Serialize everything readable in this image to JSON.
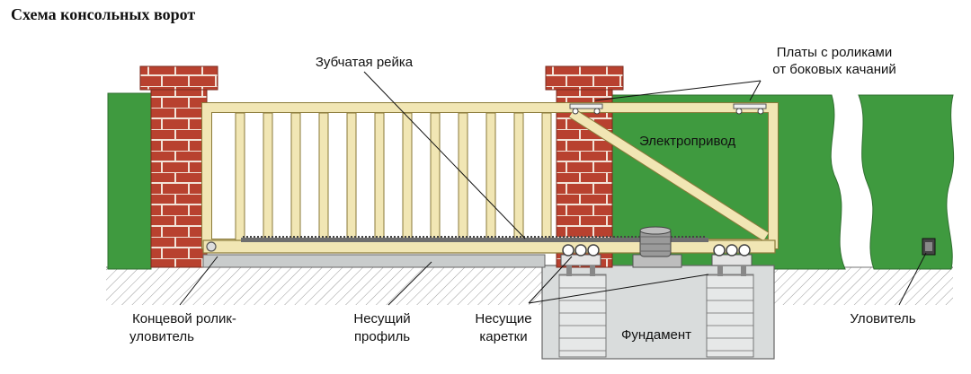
{
  "title": "Схема консольных ворот",
  "labels": {
    "rack": "Зубчатая рейка",
    "plates_line1": "Платы с роликами",
    "plates_line2": "от боковых качаний",
    "drive": "Электропривод",
    "end_roller_line1": "Концевой ролик-",
    "end_roller_line2": "уловитель",
    "profile_line1": "Несущий",
    "profile_line2": "профиль",
    "carriages_line1": "Несущие",
    "carriages_line2": "каретки",
    "foundation": "Фундамент",
    "catcher": "Уловитель"
  },
  "colors": {
    "fence_green": "#3f9a3f",
    "brick": "#b8412f",
    "brick_mortar": "#f2e3d8",
    "gate_frame": "#f1e6b4",
    "gate_stroke": "#8a7a3a",
    "concrete": "#d9dcdc",
    "ground_hatch": "#9a9a9a",
    "metal": "#8f8f8f"
  }
}
